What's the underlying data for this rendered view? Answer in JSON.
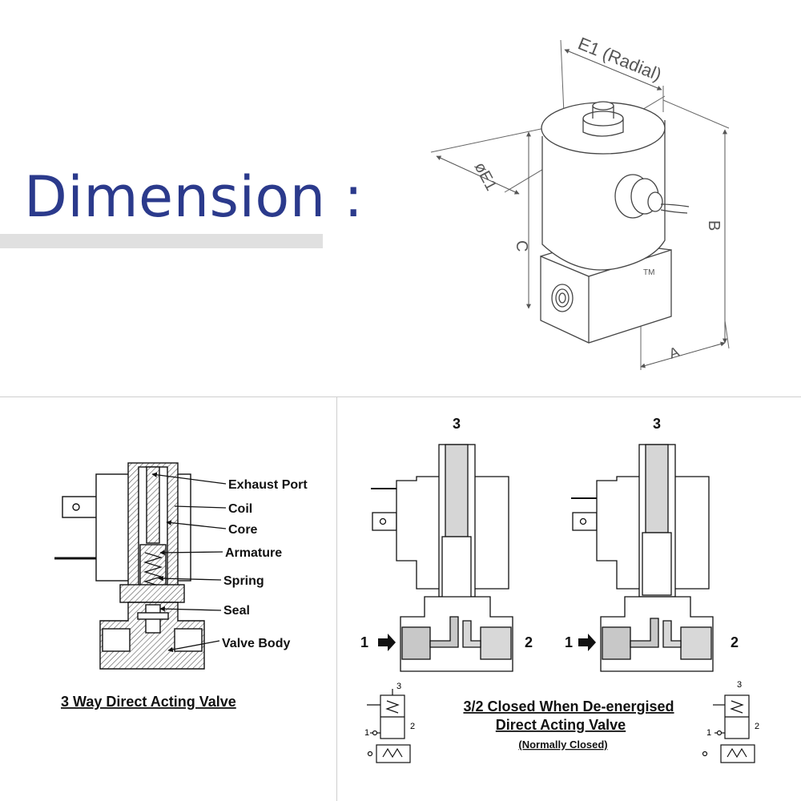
{
  "heading": "Dimension :",
  "dimension_labels": {
    "e1_radial": "E1 (Radial)",
    "phi_e1": "øE1",
    "c": "C",
    "b": "B",
    "a": "A",
    "tm": "TM"
  },
  "left_diagram": {
    "title": "3 Way Direct Acting Valve",
    "callouts": [
      "Exhaust Port",
      "Coil",
      "Core",
      "Armature",
      "Spring",
      "Seal",
      "Valve Body"
    ]
  },
  "right_diagram": {
    "title_line1": "3/2 Closed When De-energised",
    "title_line2": "Direct Acting Valve",
    "subtitle": "(Normally Closed)",
    "port_3": "3",
    "port_1": "1",
    "port_2": "2"
  },
  "colors": {
    "heading": "#2b3a8c",
    "underbar": "#e0e0e0",
    "divider": "#cfcfcf"
  }
}
